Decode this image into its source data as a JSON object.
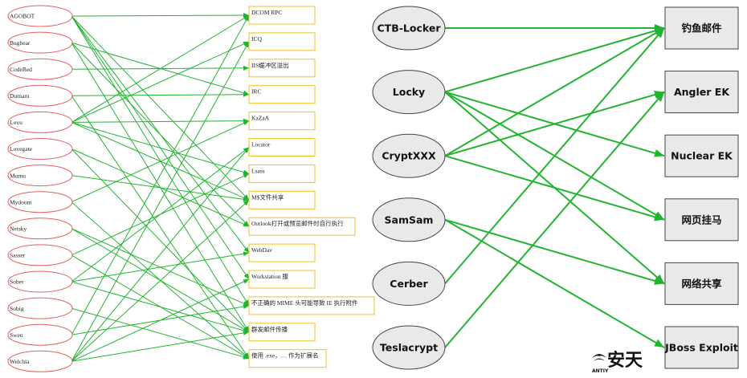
{
  "colors": {
    "edge": "#22b430",
    "left_node_stroke": "#e06060",
    "left_target_stroke": "#f0c020",
    "right_node_fill": "#e9e9e9",
    "right_node_stroke": "#444444"
  },
  "left_diagram": {
    "sources": [
      "AGOBOT",
      "Bugbear",
      "CodeRed",
      "Dumaru",
      "Lovu",
      "Lovegate",
      "Mumu",
      "Mydoom",
      "Netsky",
      "Sasser",
      "Sober",
      "Sobig",
      "Swen",
      "Welchia"
    ],
    "targets": [
      "DCOM RPC",
      "ICQ",
      "IIS缓冲区溢出",
      "IRC",
      "KaZaA",
      "Locator",
      "Lsass",
      "M$文件共享",
      "Outlook打开或预览邮件时自行执行",
      "WebDav",
      "Workstation 服",
      "不正确的 MIME 头可能导致 IE 执行附件",
      "群发邮件传播",
      "使用 .exe，… 作为扩展名"
    ],
    "edges": [
      [
        0,
        0
      ],
      [
        0,
        7
      ],
      [
        0,
        9
      ],
      [
        0,
        10
      ],
      [
        0,
        11
      ],
      [
        1,
        3
      ],
      [
        1,
        8
      ],
      [
        1,
        12
      ],
      [
        2,
        2
      ],
      [
        3,
        3
      ],
      [
        3,
        13
      ],
      [
        4,
        0
      ],
      [
        4,
        1
      ],
      [
        4,
        4
      ],
      [
        4,
        6
      ],
      [
        4,
        7
      ],
      [
        5,
        8
      ],
      [
        5,
        12
      ],
      [
        6,
        7
      ],
      [
        7,
        4
      ],
      [
        7,
        13
      ],
      [
        8,
        11
      ],
      [
        8,
        12
      ],
      [
        9,
        6
      ],
      [
        9,
        13
      ],
      [
        10,
        5
      ],
      [
        10,
        9
      ],
      [
        10,
        12
      ],
      [
        11,
        13
      ],
      [
        12,
        0
      ],
      [
        12,
        11
      ],
      [
        13,
        1
      ],
      [
        13,
        5
      ],
      [
        13,
        7
      ],
      [
        13,
        10
      ],
      [
        13,
        12
      ]
    ]
  },
  "right_diagram": {
    "sources": [
      "CTB-Locker",
      "Locky",
      "CryptXXX",
      "SamSam",
      "Cerber",
      "Teslacrypt"
    ],
    "targets": [
      "钓鱼邮件",
      "Angler EK",
      "Nuclear EK",
      "网页挂马",
      "网络共享",
      "JBoss Exploit"
    ],
    "edges": [
      [
        0,
        0
      ],
      [
        1,
        0
      ],
      [
        1,
        2
      ],
      [
        1,
        3
      ],
      [
        1,
        4
      ],
      [
        2,
        0
      ],
      [
        2,
        1
      ],
      [
        2,
        3
      ],
      [
        3,
        4
      ],
      [
        3,
        5
      ],
      [
        4,
        0
      ],
      [
        5,
        1
      ]
    ]
  },
  "logo": {
    "main": "安天",
    "sub": "ANTIY"
  }
}
